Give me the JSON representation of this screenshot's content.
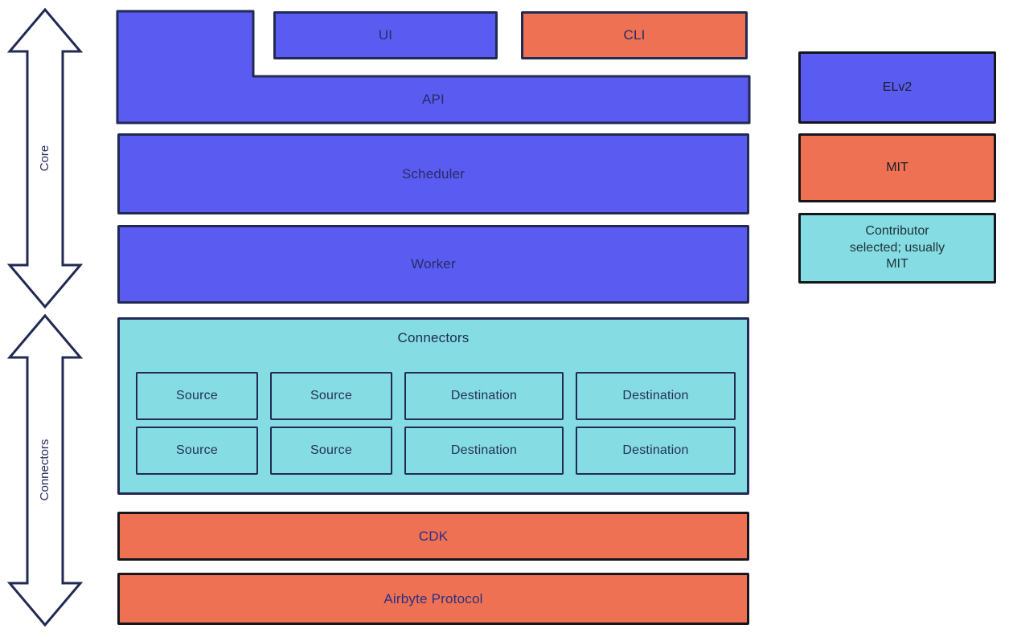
{
  "diagram": {
    "side_arrows": {
      "core": {
        "label": "Core"
      },
      "connectors": {
        "label": "Connectors"
      }
    },
    "blocks": {
      "ui": "UI",
      "cli": "CLI",
      "api": "API",
      "scheduler": "Scheduler",
      "worker": "Worker",
      "connectors_group": {
        "title": "Connectors",
        "row1": [
          "Source",
          "Source",
          "Destination",
          "Destination"
        ],
        "row2": [
          "Source",
          "Source",
          "Destination",
          "Destination"
        ]
      },
      "cdk": "CDK",
      "protocol": "Airbyte Protocol"
    },
    "legend": {
      "elv2": {
        "label": "ELv2",
        "color": "#5a5cf1"
      },
      "mit": {
        "label": "MIT",
        "color": "#ee7154"
      },
      "contributor": {
        "lines": [
          "Contributor",
          "selected; usually",
          "MIT"
        ],
        "color": "#85dce2"
      }
    },
    "colors": {
      "blue_elv2": "#5a5cf1",
      "orange_mit": "#ee7154",
      "teal_contributor": "#85dce2",
      "navy_outline": "#222a54",
      "black_outline": "#15161c",
      "navy_text": "#272b66"
    }
  }
}
